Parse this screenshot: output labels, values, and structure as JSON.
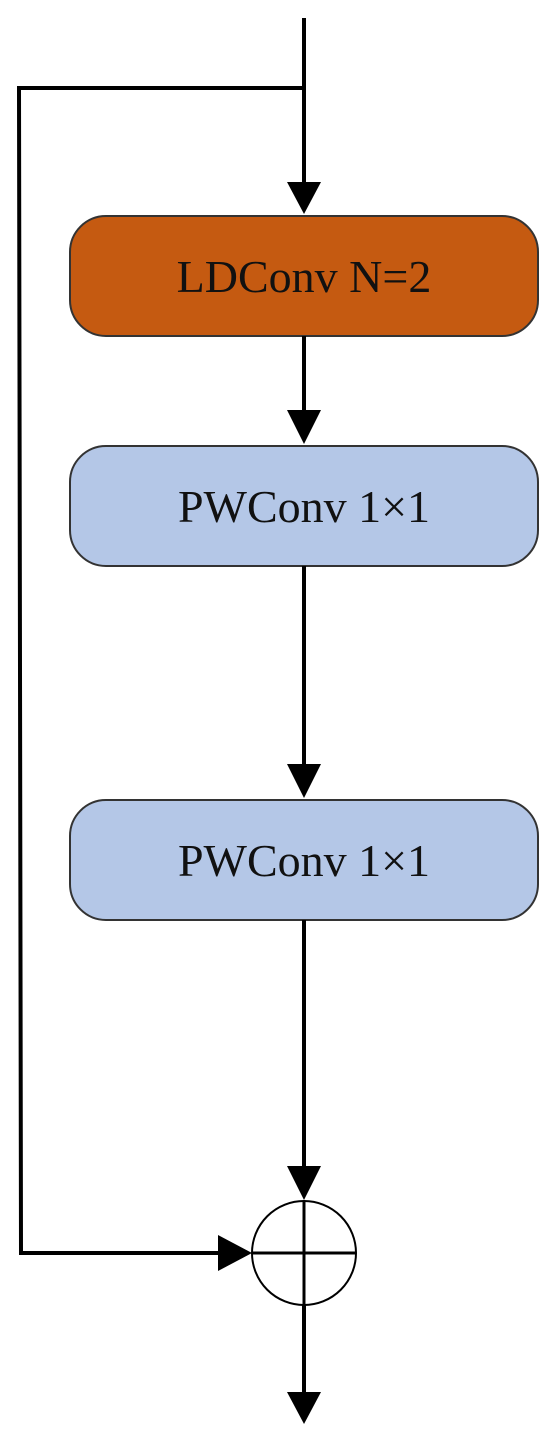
{
  "diagram": {
    "blocks": [
      {
        "id": "ldconv",
        "label": "LDConv N=2",
        "fill": "#c55a11"
      },
      {
        "id": "pwconv-1",
        "label": "PWConv 1×1",
        "fill": "#b4c7e7"
      },
      {
        "id": "pwconv-2",
        "label": "PWConv 1×1",
        "fill": "#b4c7e7"
      }
    ],
    "sum_node": {
      "symbol": "⊕",
      "meaning": "element-wise addition"
    },
    "colors": {
      "stroke": "#000000",
      "block_border": "#333333"
    }
  }
}
